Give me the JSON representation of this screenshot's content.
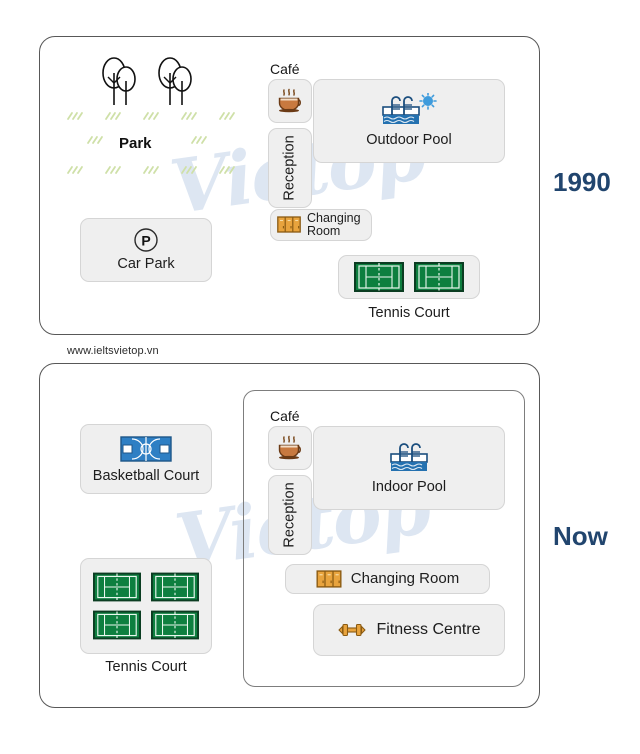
{
  "site": {
    "url": "www.ieltsvietop.vn",
    "watermark": "Vietop"
  },
  "eras": [
    {
      "id": "1990",
      "label": "1990"
    },
    {
      "id": "now",
      "label": "Now"
    }
  ],
  "map_1990": {
    "park": {
      "label": "Park",
      "tree_count": 2,
      "grass_tufts": 13
    },
    "cafe": {
      "label": "Café",
      "icon": "coffee-cup-icon"
    },
    "reception": {
      "label": "Reception"
    },
    "outdoor_pool": {
      "label": "Outdoor Pool",
      "icon": "outdoor-pool-icon"
    },
    "car_park": {
      "label": "Car Park",
      "icon": "parking-p-icon"
    },
    "changing_room": {
      "label": "Changing\nRoom",
      "label_line1": "Changing",
      "label_line2": "Room",
      "icon": "lockers-icon"
    },
    "tennis_court": {
      "label": "Tennis Court",
      "court_count": 2,
      "icon": "tennis-court-icon"
    }
  },
  "map_now": {
    "cafe": {
      "label": "Café",
      "icon": "coffee-cup-icon"
    },
    "reception": {
      "label": "Reception"
    },
    "indoor_pool": {
      "label": "Indoor Pool",
      "icon": "indoor-pool-icon"
    },
    "basketball_court": {
      "label": "Basketball Court",
      "icon": "basketball-court-icon"
    },
    "tennis_court": {
      "label": "Tennis Court",
      "court_count": 4,
      "icon": "tennis-court-icon"
    },
    "changing_room": {
      "label": "Changing Room",
      "icon": "lockers-icon"
    },
    "fitness_centre": {
      "label": "Fitness Centre",
      "icon": "dumbbell-icon"
    }
  },
  "colors": {
    "era_label": "#21456e",
    "tile_fill": "#efefef",
    "tile_border": "#d5d5d5",
    "panel_border": "#585858",
    "tennis_green": "#12a150",
    "pool_blue": "#1b6fb4",
    "basketball_blue": "#2e7fc4",
    "locker_gold": "#e8a33d",
    "watermark": "#dde6f2"
  }
}
